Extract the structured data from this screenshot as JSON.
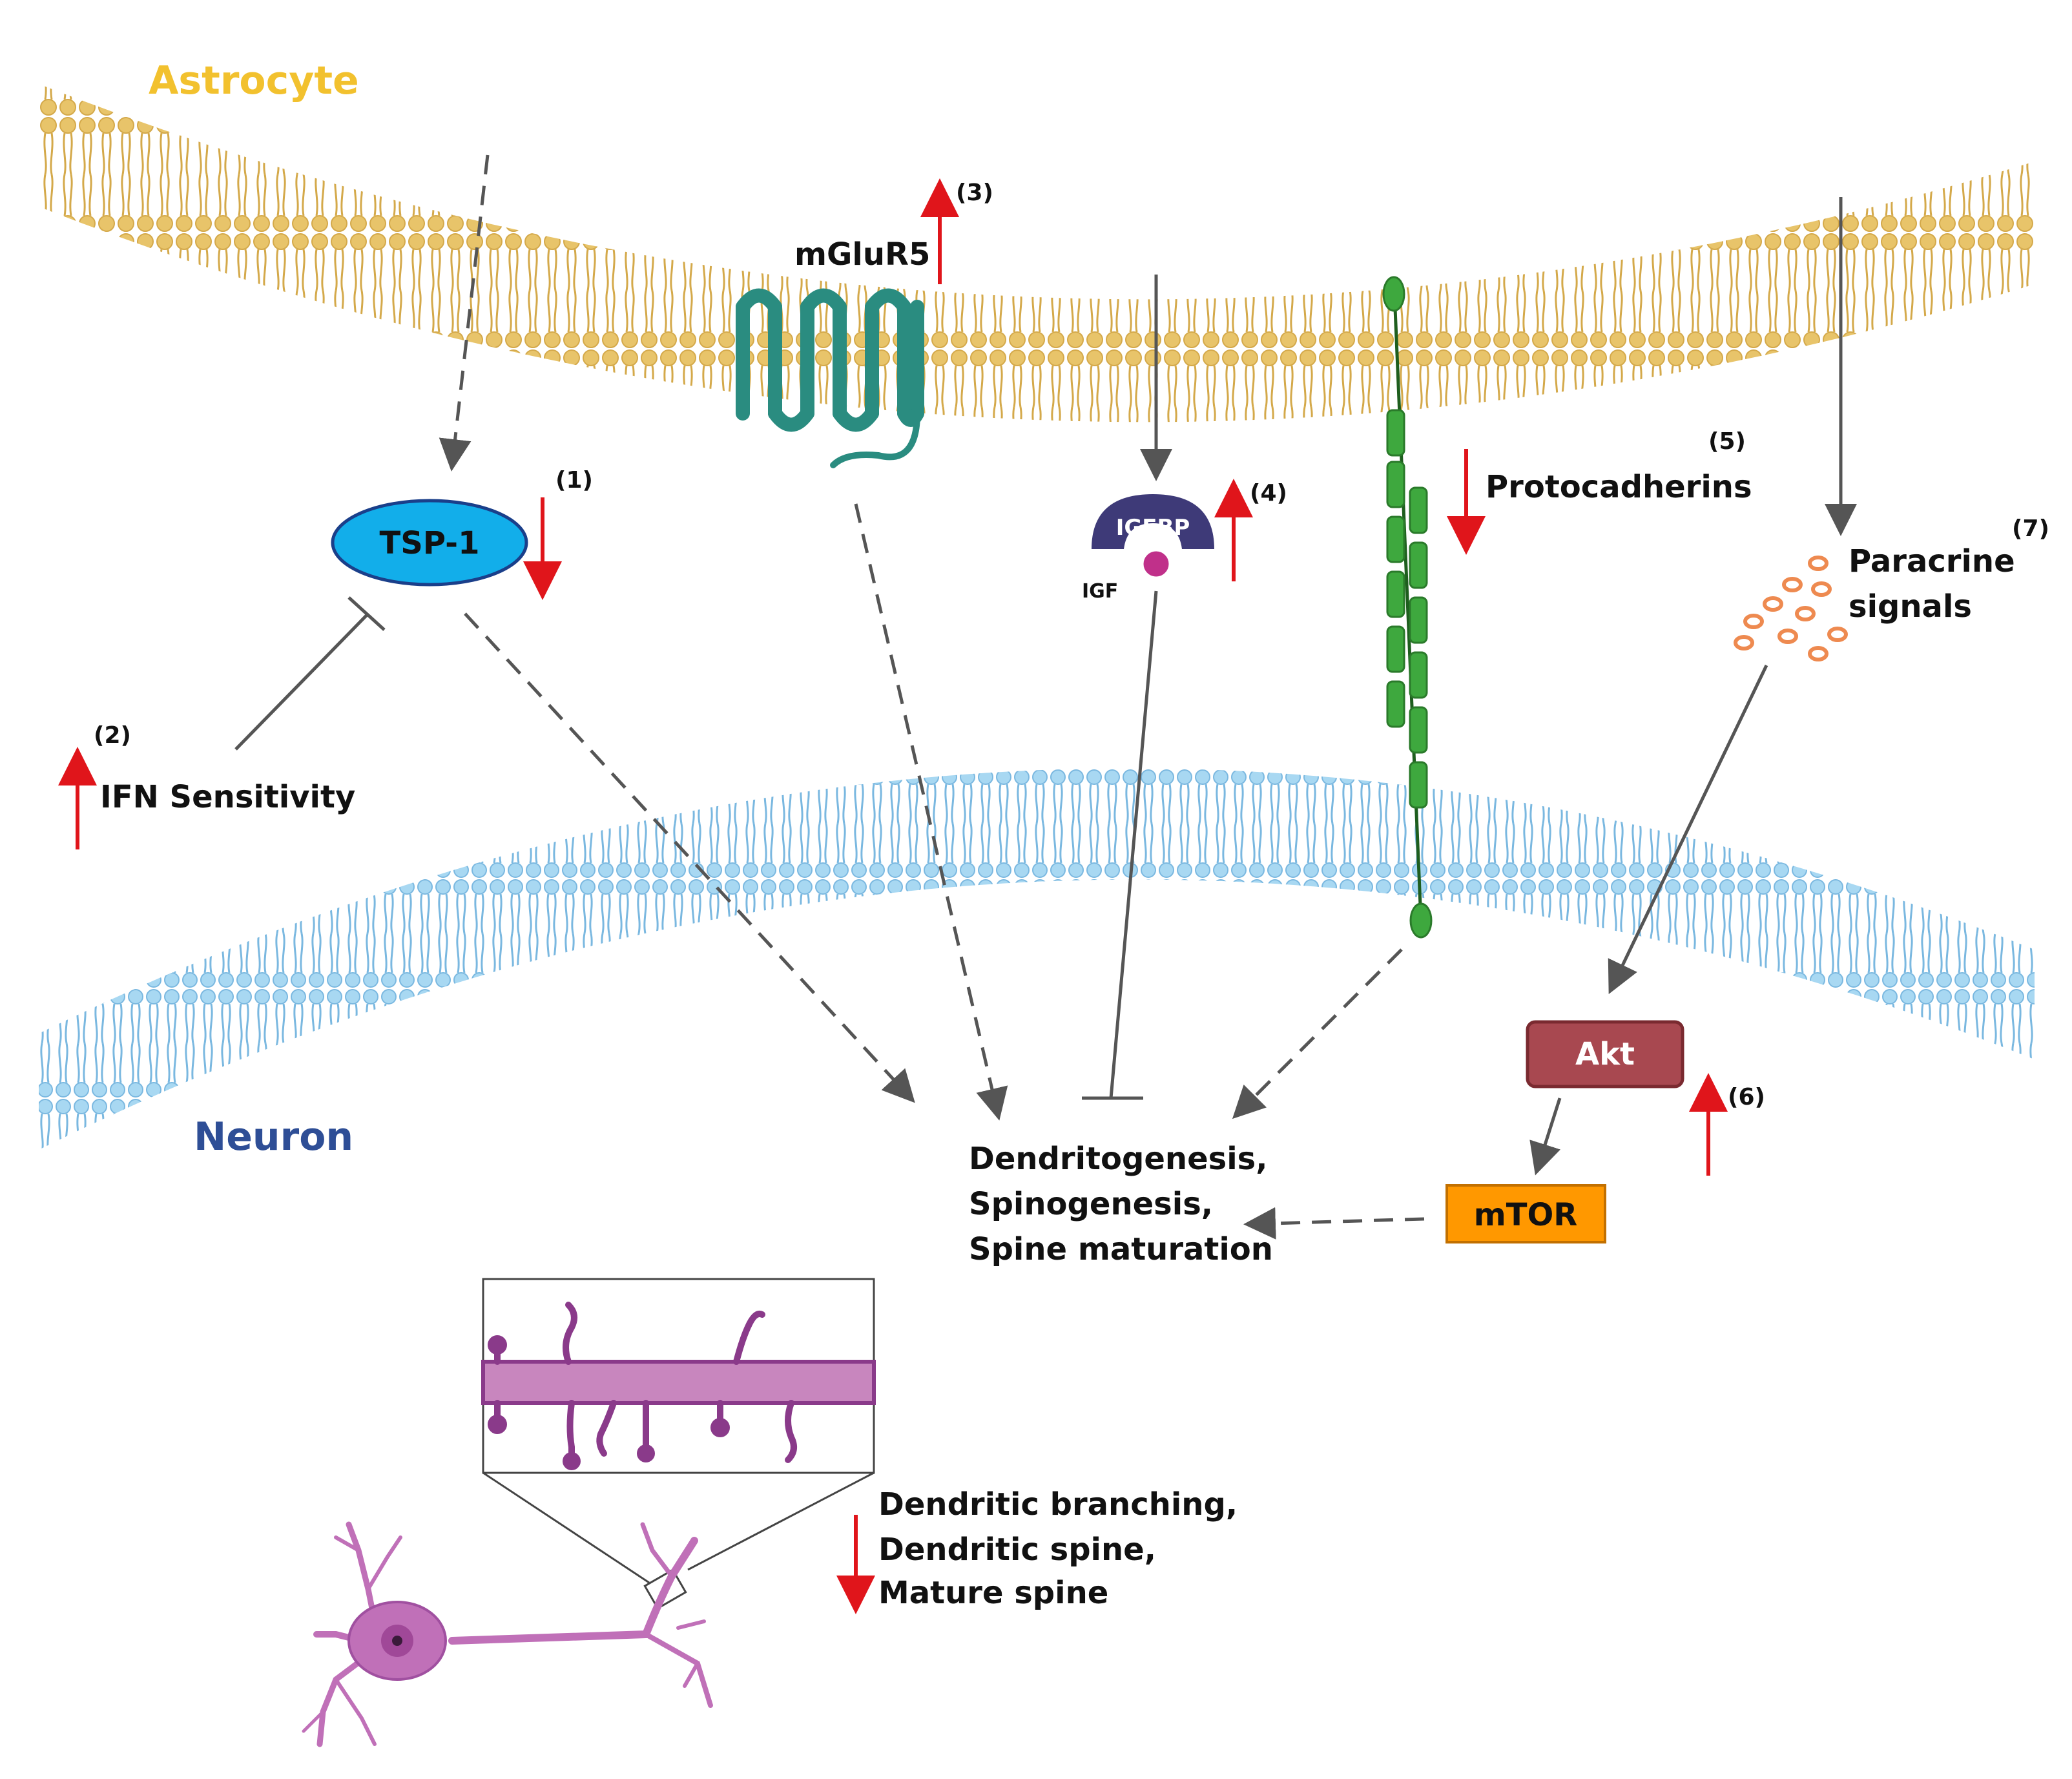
{
  "labels": {
    "astrocyte": "Astrocyte",
    "neuron": "Neuron",
    "mglur5": "mGluR5",
    "tsp1": "TSP-1",
    "igfbp": "IGFBP",
    "igf": "IGF",
    "protocadherins": "Protocadherins",
    "paracrine_line1": "Paracrine",
    "paracrine_line2": "signals",
    "ifn_sensitivity": "IFN Sensitivity",
    "akt": "Akt",
    "mtor": "mTOR",
    "outcome_line1": "Dendritogenesis,",
    "outcome_line2": "Spinogenesis,",
    "outcome_line3": "Spine maturation",
    "neuron_effect_line1": "Dendritic branching,",
    "neuron_effect_line2": "Dendritic spine,",
    "neuron_effect_line3": "Mature spine"
  },
  "markers": {
    "m1": "(1)",
    "m2": "(2)",
    "m3": "(3)",
    "m4": "(4)",
    "m5": "(5)",
    "m6": "(6)",
    "m7": "(7)"
  },
  "colors": {
    "astrocyte_text": "#F2C12E",
    "astrocyte_membrane": "#E8C46A",
    "neuron_text": "#2E4E96",
    "neuron_membrane": "#8CC8EA",
    "mglur5": "#2A8C80",
    "tsp1": "#12AEEA",
    "igfbp": "#3E3A78",
    "igf": "#C0308A",
    "protocadherin": "#3EA83E",
    "paracrine_vesicle": "#EE8A50",
    "akt": "#A84850",
    "mtor": "#FF9800",
    "up_arrow": "#E0151B",
    "down_arrow": "#E0151B",
    "neuron_cell": "#C070B8"
  },
  "changes": {
    "tsp1": "down",
    "ifn_sensitivity": "up",
    "mglur5": "up",
    "igfbp": "up",
    "protocadherins": "down",
    "akt_mtor": "up",
    "dendritic_features": "down"
  }
}
